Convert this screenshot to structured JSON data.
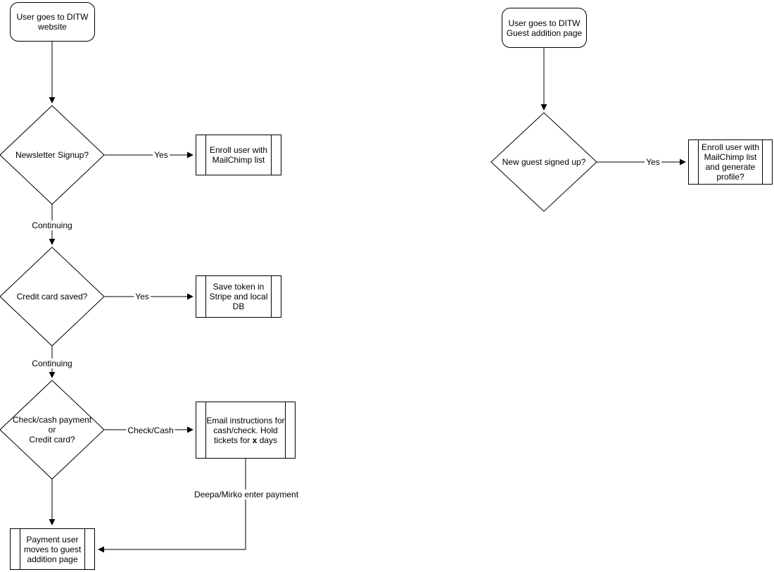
{
  "colors": {
    "stroke": "#000000",
    "fill": "#ffffff"
  },
  "left": {
    "start": "User goes to DITW website",
    "decision_newsletter": "Newsletter Signup?",
    "edge_yes_1": "Yes",
    "process_enroll": "Enroll user with MailChimp list",
    "edge_continuing_1": "Continuing",
    "decision_credit_card": "Credit card saved?",
    "edge_yes_2": "Yes",
    "process_save_token": "Save token in Stripe and local DB",
    "edge_continuing_2": "Continuing",
    "decision_payment_line1": "Check/cash payment",
    "decision_payment_line2": "or",
    "decision_payment_line3": "Credit card?",
    "edge_check_cash": "Check/Cash",
    "process_email_pre": "Email instructions for cash/check. Hold tickets for",
    "process_email_bold": "x",
    "process_email_post": "days",
    "edge_deepa": "Deepa/Mirko enter payment",
    "end": "Payment user moves to guest addition page"
  },
  "right": {
    "start": "User goes to DITW Guest addition page",
    "decision_new_guest": "New guest signed up?",
    "edge_yes": "Yes",
    "process_enroll_generate": "Enroll user with MailChimp list and generate profile?"
  }
}
